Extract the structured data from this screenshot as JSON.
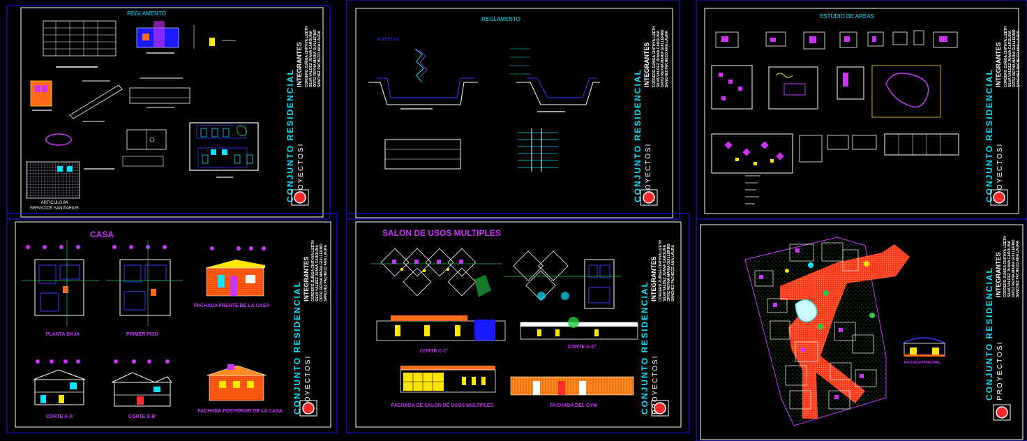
{
  "colors": {
    "background": "#000000",
    "sheet_border": "#1a1aff",
    "frame_white": "#ffffff",
    "plan_line": "#3a3aff",
    "accent_magenta": "#cc33ff",
    "title_cyan": "#00e5ff",
    "note_white": "#ffffff",
    "hatch_orange": "#ff6a1a",
    "path_red": "#ff2b2b",
    "green_dim": "#22cc44",
    "yellow": "#ffe600"
  },
  "sheets": [
    {
      "id": "reglamento-1",
      "heading": "REGLAMENTO",
      "captions": [
        "ARTICULO 84",
        "SERVICIOS SANITARIOS"
      ]
    },
    {
      "id": "reglamento-2",
      "heading": "REGLAMENTO",
      "captions": [
        "ALBERCAS"
      ]
    },
    {
      "id": "estudio-areas",
      "heading": "ESTUDIO DE AREAS",
      "captions": []
    },
    {
      "id": "casa",
      "heading": "CASA",
      "captions": [
        "PLANTA BAJA",
        "PRIMER PISO",
        "FACHADA FRENTE DE LA CASA",
        "CORTE A-A'",
        "CORTE B-B'",
        "FACHADA POSTERIOR DE LA CASA"
      ]
    },
    {
      "id": "salon",
      "heading": "SALON DE USOS MULTIPLES",
      "captions": [
        "CORTE C-C'",
        "CORTE D-D'",
        "FACHADA DE SALON DE USOS MULTIPLES",
        "FACHADA DEL GYM"
      ]
    },
    {
      "id": "conjunto",
      "heading": "",
      "captions": [
        "FACHADA PRINCIPAL"
      ]
    }
  ],
  "title_block": {
    "line1": "CONJUNTO  RESIDENCIAL",
    "line2": "PROYECTOSI",
    "line3": "INTEGRANTES",
    "names": [
      "CORDERO ZUÑIGA CINTHYA LIZETH",
      "SILVA VALDEZ JUANA CAROLINA",
      "ORTIZ REYNA MARIA GUILLERMO",
      "SANCHEZ PACHECO ANA LAURA"
    ]
  }
}
